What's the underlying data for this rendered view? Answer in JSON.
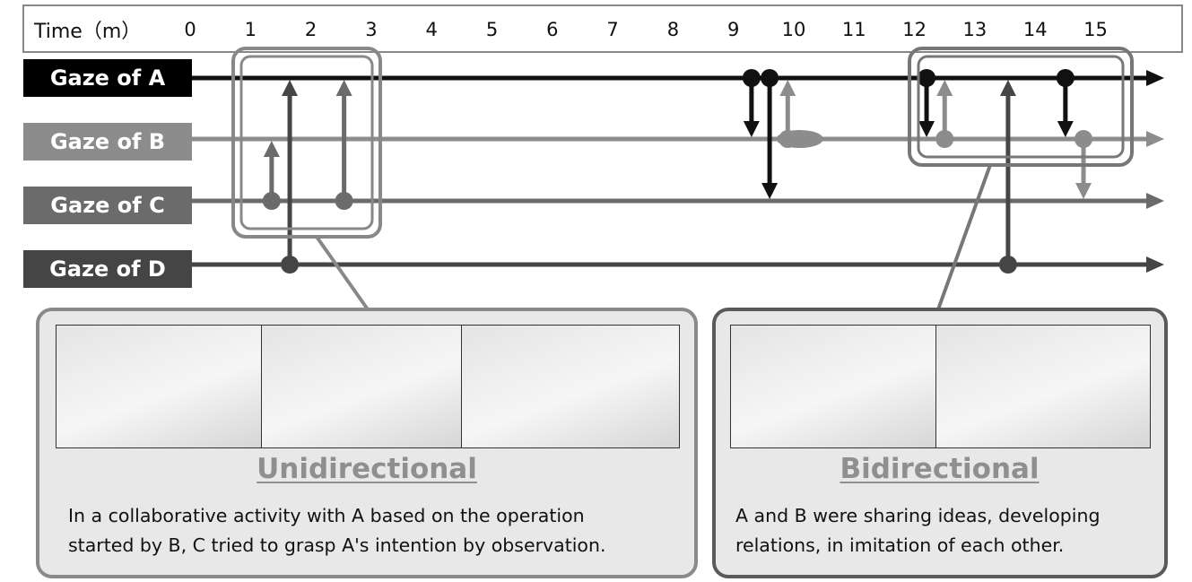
{
  "axis": {
    "label": "Time（m）",
    "ticks": [
      "0",
      "1",
      "2",
      "3",
      "4",
      "5",
      "6",
      "7",
      "8",
      "9",
      "10",
      "11",
      "12",
      "13",
      "14",
      "15"
    ]
  },
  "lanes": [
    {
      "id": "A",
      "label": "Gaze of A",
      "color": "#111111"
    },
    {
      "id": "B",
      "label": "Gaze of B",
      "color": "#8c8c8c"
    },
    {
      "id": "C",
      "label": "Gaze of C",
      "color": "#6b6b6b"
    },
    {
      "id": "D",
      "label": "Gaze of D",
      "color": "#454545"
    }
  ],
  "gaze_events": [
    {
      "from": "C",
      "to": "B",
      "time": 1.35
    },
    {
      "from": "D",
      "to": "A",
      "time": 1.65
    },
    {
      "from": "C",
      "to": "A",
      "time": 2.55
    },
    {
      "from": "A",
      "to": "B",
      "time": 9.3
    },
    {
      "from": "A",
      "to": "C",
      "time": 9.6
    },
    {
      "from": "B",
      "to": "A",
      "time": 9.9
    },
    {
      "from": "A",
      "to": "B",
      "time": 12.2
    },
    {
      "from": "B",
      "to": "A",
      "time": 12.5
    },
    {
      "from": "D",
      "to": "A",
      "time": 13.55
    },
    {
      "from": "A",
      "to": "B",
      "time": 14.5
    },
    {
      "from": "B",
      "to": "C",
      "time": 14.8
    }
  ],
  "panels": {
    "unidirectional": {
      "heading": "Unidirectional",
      "line1": "In a collaborative activity with A based on the operation",
      "line2": "started by B, C tried to grasp A's intention by observation."
    },
    "bidirectional": {
      "heading": "Bidirectional",
      "line1": "A and B were sharing ideas, developing",
      "line2": "relations, in imitation of each other."
    }
  }
}
